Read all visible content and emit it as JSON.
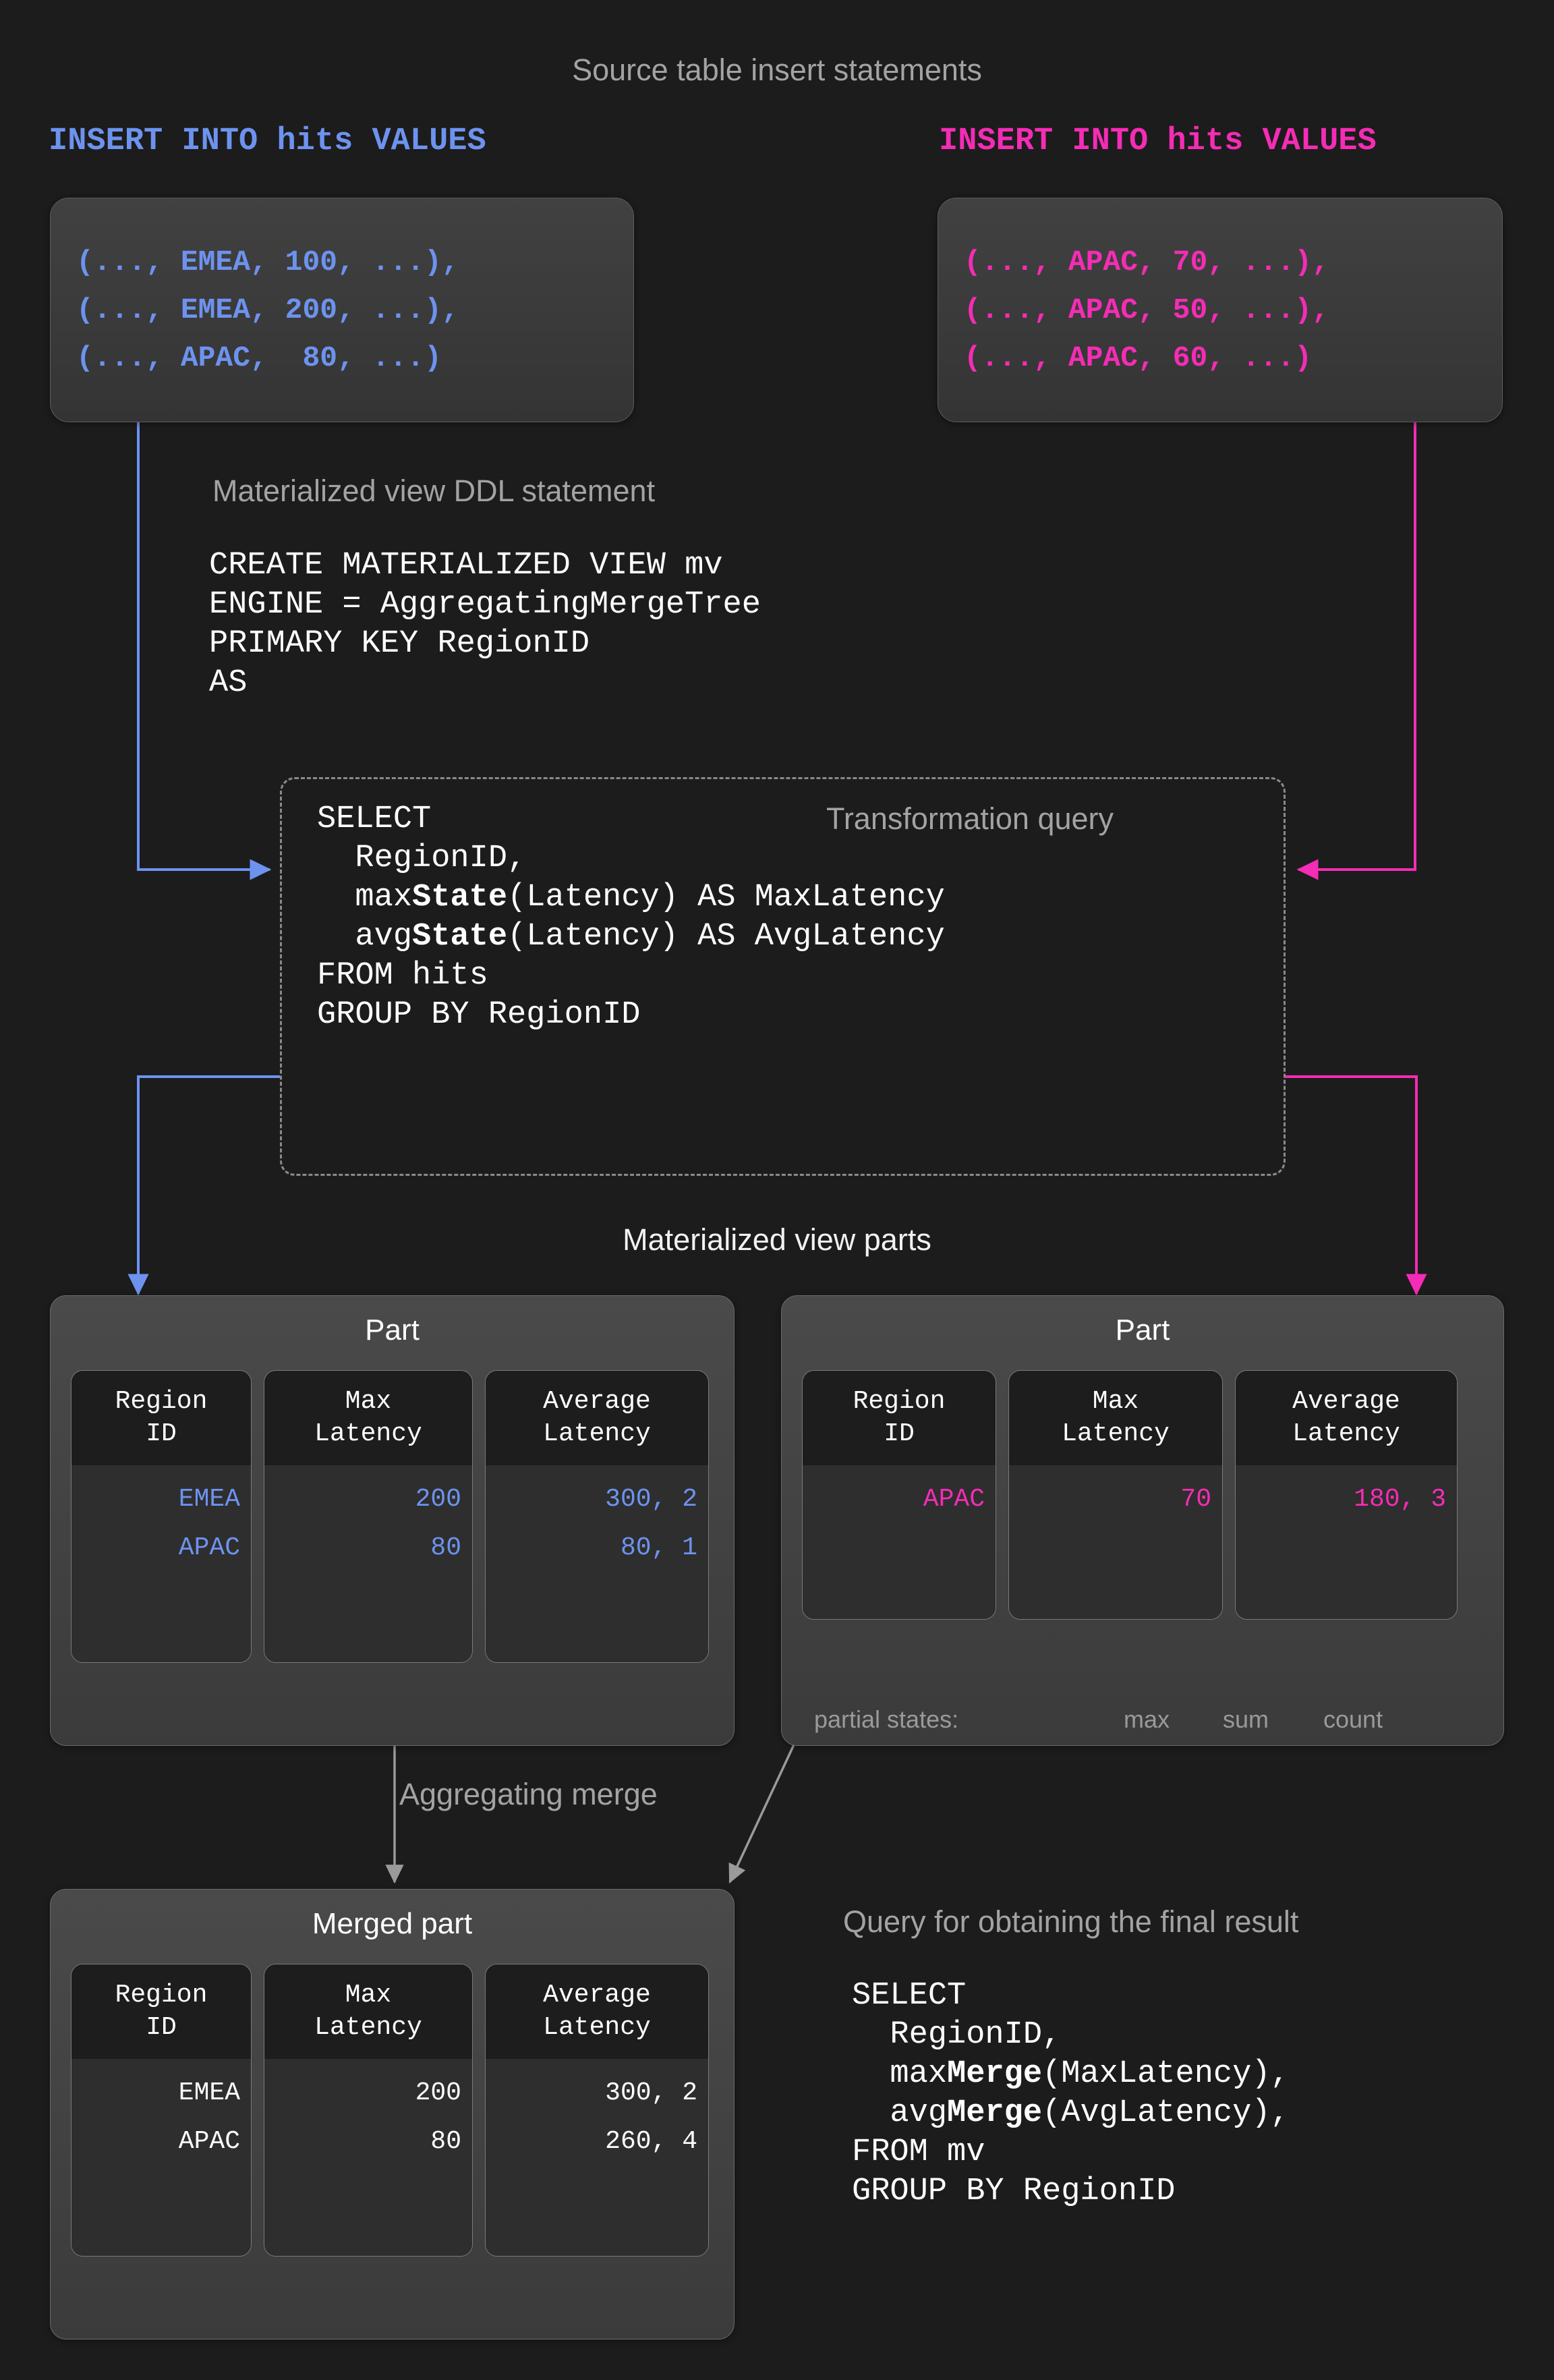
{
  "colors": {
    "background": "#1c1c1c",
    "blue": "#6d93ef",
    "magenta": "#f52cb5",
    "gray_label": "#a3a3a3",
    "white": "#ffffff",
    "card_bg": "#3c3c3c",
    "cell_header_bg": "#1d1d1d",
    "cell_body_bg": "#2e2e2e"
  },
  "sections": {
    "source_title": "Source table insert statements",
    "ddl_title": "Materialized view DDL statement",
    "transform_title": "Transformation query",
    "mv_parts_title": "Materialized view parts",
    "merge_label": "Aggregating merge",
    "final_query_title": "Query for obtaining the final result"
  },
  "inserts": [
    {
      "id": "insert-left",
      "color": "#6d93ef",
      "header": "INSERT INTO hits VALUES",
      "rows": [
        "(..., EMEA, 100, ...),",
        "(..., EMEA, 200, ...),",
        "(..., APAC,  80, ...)"
      ]
    },
    {
      "id": "insert-right",
      "color": "#f52cb5",
      "header": "INSERT INTO hits VALUES",
      "rows": [
        "(..., APAC, 70, ...),",
        "(..., APAC, 50, ...),",
        "(..., APAC, 60, ...)"
      ]
    }
  ],
  "ddl": {
    "lines": [
      "CREATE MATERIALIZED VIEW mv",
      "ENGINE = AggregatingMergeTree",
      "PRIMARY KEY RegionID",
      "AS"
    ]
  },
  "transformation_query": {
    "lines": [
      {
        "plain": "SELECT"
      },
      {
        "plain": "  RegionID,"
      },
      {
        "pre": "  max",
        "bold": "State",
        "post": "(Latency) AS MaxLatency"
      },
      {
        "pre": "  avg",
        "bold": "State",
        "post": "(Latency) AS AvgLatency"
      },
      {
        "plain": "FROM hits"
      },
      {
        "plain": "GROUP BY RegionID"
      }
    ]
  },
  "parts": [
    {
      "id": "part-left",
      "title": "Part",
      "value_color": "#6d93ef",
      "columns": [
        {
          "header": "Region\nID",
          "cells": [
            "EMEA",
            "APAC"
          ]
        },
        {
          "header": "Max\nLatency",
          "cells": [
            "200",
            "80"
          ]
        },
        {
          "header": "Average\nLatency",
          "cells": [
            "300, 2",
            "80, 1"
          ]
        }
      ]
    },
    {
      "id": "part-right",
      "title": "Part",
      "value_color": "#f52cb5",
      "columns": [
        {
          "header": "Region\nID",
          "cells": [
            "APAC"
          ]
        },
        {
          "header": "Max\nLatency",
          "cells": [
            "70"
          ]
        },
        {
          "header": "Average\nLatency",
          "cells": [
            "180, 3"
          ]
        }
      ]
    }
  ],
  "partial_states": {
    "label": "partial states:",
    "items": [
      "max",
      "sum",
      "count"
    ]
  },
  "merged_part": {
    "title": "Merged part",
    "value_color": "#ffffff",
    "columns": [
      {
        "header": "Region\nID",
        "cells": [
          "EMEA",
          "APAC"
        ]
      },
      {
        "header": "Max\nLatency",
        "cells": [
          "200",
          "80"
        ]
      },
      {
        "header": "Average\nLatency",
        "cells": [
          "300, 2",
          "260, 4"
        ]
      }
    ]
  },
  "final_query": {
    "lines": [
      {
        "plain": "SELECT"
      },
      {
        "plain": "  RegionID,"
      },
      {
        "pre": "  max",
        "bold": "Merge",
        "post": "(MaxLatency),"
      },
      {
        "pre": "  avg",
        "bold": "Merge",
        "post": "(AvgLatency),"
      },
      {
        "plain": "FROM mv"
      },
      {
        "plain": "GROUP BY RegionID"
      }
    ]
  }
}
